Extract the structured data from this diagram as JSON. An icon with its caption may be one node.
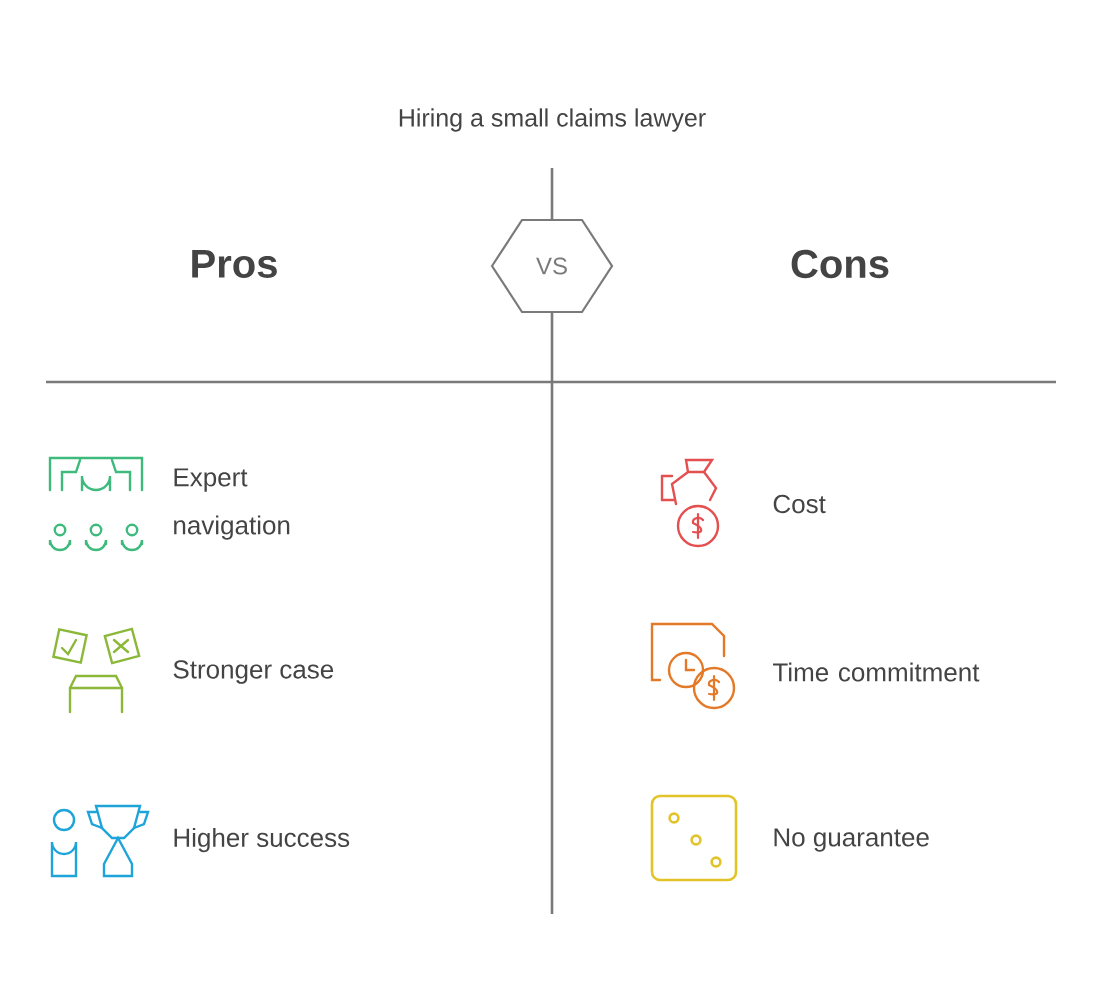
{
  "diagram": {
    "title": "Hiring a small claims lawyer",
    "nodes": [
      {
        "text": [
          "VS"
        ]
      }
    ],
    "labels": [
      "Pros",
      "Cons",
      "Expert navigation",
      "Cost",
      "Stronger case",
      "Time commitment",
      "Higher success",
      "No guarantee"
    ]
  }
}
